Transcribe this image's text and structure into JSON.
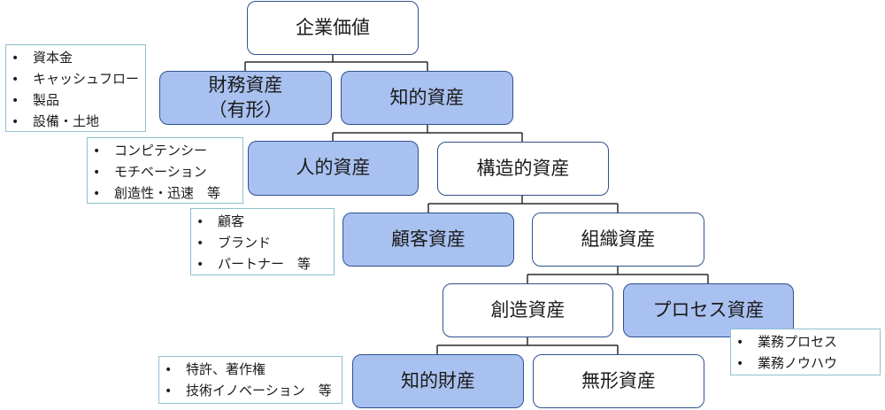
{
  "colors": {
    "box_blue": "#a9c1f0",
    "box_white": "#ffffff",
    "border": "#2f528f",
    "note_border": "#8fbfd1"
  },
  "nodes": {
    "enterprise_value": "企業価値",
    "financial_assets": "財務資産\n（有形）",
    "intellectual_assets": "知的資産",
    "human_assets": "人的資産",
    "structural_assets": "構造的資産",
    "customer_assets": "顧客資産",
    "organizational_assets": "組織資産",
    "creative_assets": "創造資産",
    "process_assets": "プロセス資産",
    "intellectual_property": "知的財産",
    "intangible_assets": "無形資産"
  },
  "notes": {
    "financial": [
      "資本金",
      "キャッシュフロー",
      "製品",
      "設備・土地"
    ],
    "human": [
      "コンピテンシー",
      "モチベーション",
      "創造性・迅速　等"
    ],
    "customer": [
      "顧客",
      "ブランド",
      "パートナー　等"
    ],
    "process": [
      "業務プロセス",
      "業務ノウハウ"
    ],
    "ip": [
      "特許、著作権",
      "技術イノベーション　等"
    ]
  }
}
